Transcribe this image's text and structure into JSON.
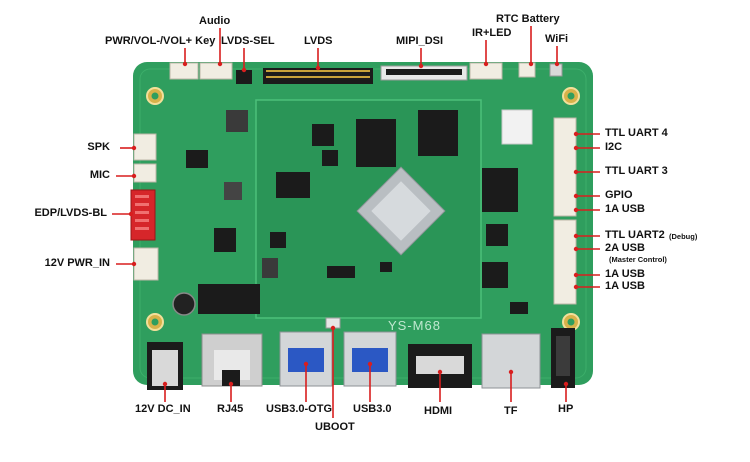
{
  "board_silkscreen": "YS-M68",
  "colors": {
    "pcb": "#2f9e5e",
    "pcb_dark": "#1f7a45",
    "pin_line": "#d81e1e",
    "chip": "#1b1b1b",
    "header_white": "#f1ede2",
    "connector_red": "#d6262a",
    "gold": "#c8a23a"
  },
  "labels": {
    "top": {
      "pwr_key": "PWR/VOL-/VOL+ Key",
      "audio": "Audio",
      "lvds_sel": "LVDS-SEL",
      "lvds": "LVDS",
      "mipi_dsi": "MIPI_DSI",
      "ir_led": "IR+LED",
      "rtc_battery": "RTC Battery",
      "wifi": "WiFi"
    },
    "left": {
      "spk": "SPK",
      "mic": "MIC",
      "edp": "EDP/LVDS-BL",
      "pwr_in": "12V PWR_IN"
    },
    "right": {
      "uart4": "TTL UART 4",
      "i2c": "I2C",
      "uart3": "TTL UART 3",
      "gpio": "GPIO",
      "usb1a_1": "1A USB",
      "uart2": "TTL UART2",
      "uart2_note": "(Debug)",
      "usb2a": "2A USB",
      "usb2a_note": "(Master Control)",
      "usb1a_2": "1A USB",
      "usb1a_3": "1A USB"
    },
    "bottom": {
      "dc_in": "12V DC_IN",
      "rj45": "RJ45",
      "usb_otg": "USB3.0-OTG",
      "uboot": "UBOOT",
      "usb30": "USB3.0",
      "hdmi": "HDMI",
      "tf": "TF",
      "hp": "HP"
    }
  }
}
